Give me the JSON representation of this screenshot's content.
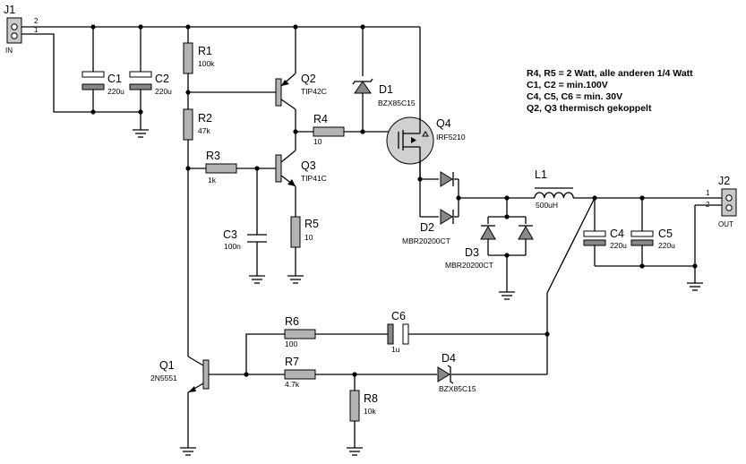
{
  "notes": [
    "R4, R5 = 2 Watt, alle anderen 1/4 Watt",
    "C1, C2 = min.100V",
    "C4, C5, C6 = min. 30V",
    "Q2, Q3 thermisch gekoppelt"
  ],
  "connectors": {
    "J1": {
      "ref": "J1",
      "label": "IN",
      "pin_top": "2",
      "pin_bottom": "1"
    },
    "J2": {
      "ref": "J2",
      "label": "OUT",
      "pin_top": "1",
      "pin_bottom": "2"
    }
  },
  "parts": {
    "C1": {
      "ref": "C1",
      "value": "220u"
    },
    "C2": {
      "ref": "C2",
      "value": "220u"
    },
    "C3": {
      "ref": "C3",
      "value": "100n"
    },
    "C4": {
      "ref": "C4",
      "value": "220u"
    },
    "C5": {
      "ref": "C5",
      "value": "220u"
    },
    "C6": {
      "ref": "C6",
      "value": "1u"
    },
    "R1": {
      "ref": "R1",
      "value": "100k"
    },
    "R2": {
      "ref": "R2",
      "value": "47k"
    },
    "R3": {
      "ref": "R3",
      "value": "1k"
    },
    "R4": {
      "ref": "R4",
      "value": "10"
    },
    "R5": {
      "ref": "R5",
      "value": "10"
    },
    "R6": {
      "ref": "R6",
      "value": "100"
    },
    "R7": {
      "ref": "R7",
      "value": "4.7k"
    },
    "R8": {
      "ref": "R8",
      "value": "10k"
    },
    "Q1": {
      "ref": "Q1",
      "value": "2N5551"
    },
    "Q2": {
      "ref": "Q2",
      "value": "TIP42C"
    },
    "Q3": {
      "ref": "Q3",
      "value": "TIP41C"
    },
    "Q4": {
      "ref": "Q4",
      "value": "IRF5210"
    },
    "D1": {
      "ref": "D1",
      "value": "BZX85C15"
    },
    "D2": {
      "ref": "D2",
      "value": "MBR20200CT"
    },
    "D3": {
      "ref": "D3",
      "value": "MBR20200CT"
    },
    "D4": {
      "ref": "D4",
      "value": "BZX85C15"
    },
    "L1": {
      "ref": "L1",
      "value": "500uH"
    }
  }
}
